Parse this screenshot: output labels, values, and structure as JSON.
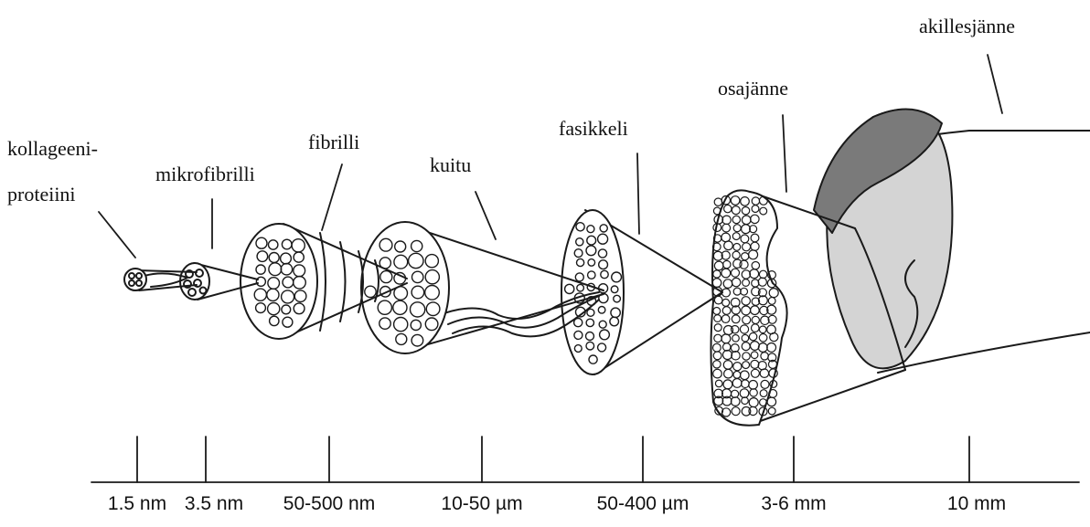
{
  "labels": {
    "collagen_line1": "kollageeni-",
    "collagen_line2": "proteiini",
    "microfibril": "mikrofibrilli",
    "fibril": "fibrilli",
    "fiber": "kuitu",
    "fascicle": "fasikkeli",
    "subtendon": "osajänne",
    "achilles": "akillesjänne"
  },
  "scale": {
    "ticks": [
      "1.5 nm",
      "3.5 nm",
      "50-500 nm",
      "10-50 µm",
      "50-400 µm",
      "3-6 mm",
      "10 mm"
    ]
  },
  "colors": {
    "line": "#1a1a1a",
    "dark_fill": "#7a7a7a",
    "light_fill": "#d4d4d4",
    "background": "#ffffff"
  }
}
